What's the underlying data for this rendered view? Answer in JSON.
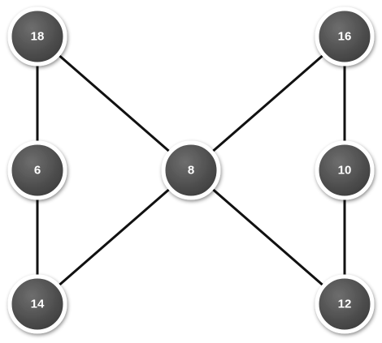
{
  "graph": {
    "node_fill": "#555555",
    "node_stroke": "#ffffff",
    "edge_color": "#111111",
    "nodes": [
      {
        "id": "n18",
        "label": "18"
      },
      {
        "id": "n16",
        "label": "16"
      },
      {
        "id": "n6",
        "label": "6"
      },
      {
        "id": "n8",
        "label": "8"
      },
      {
        "id": "n10",
        "label": "10"
      },
      {
        "id": "n14",
        "label": "14"
      },
      {
        "id": "n12",
        "label": "12"
      }
    ],
    "edges": [
      {
        "from": "n18",
        "to": "n6"
      },
      {
        "from": "n18",
        "to": "n8"
      },
      {
        "from": "n6",
        "to": "n14"
      },
      {
        "from": "n14",
        "to": "n8"
      },
      {
        "from": "n16",
        "to": "n8"
      },
      {
        "from": "n16",
        "to": "n10"
      },
      {
        "from": "n10",
        "to": "n12"
      },
      {
        "from": "n8",
        "to": "n12"
      }
    ]
  }
}
